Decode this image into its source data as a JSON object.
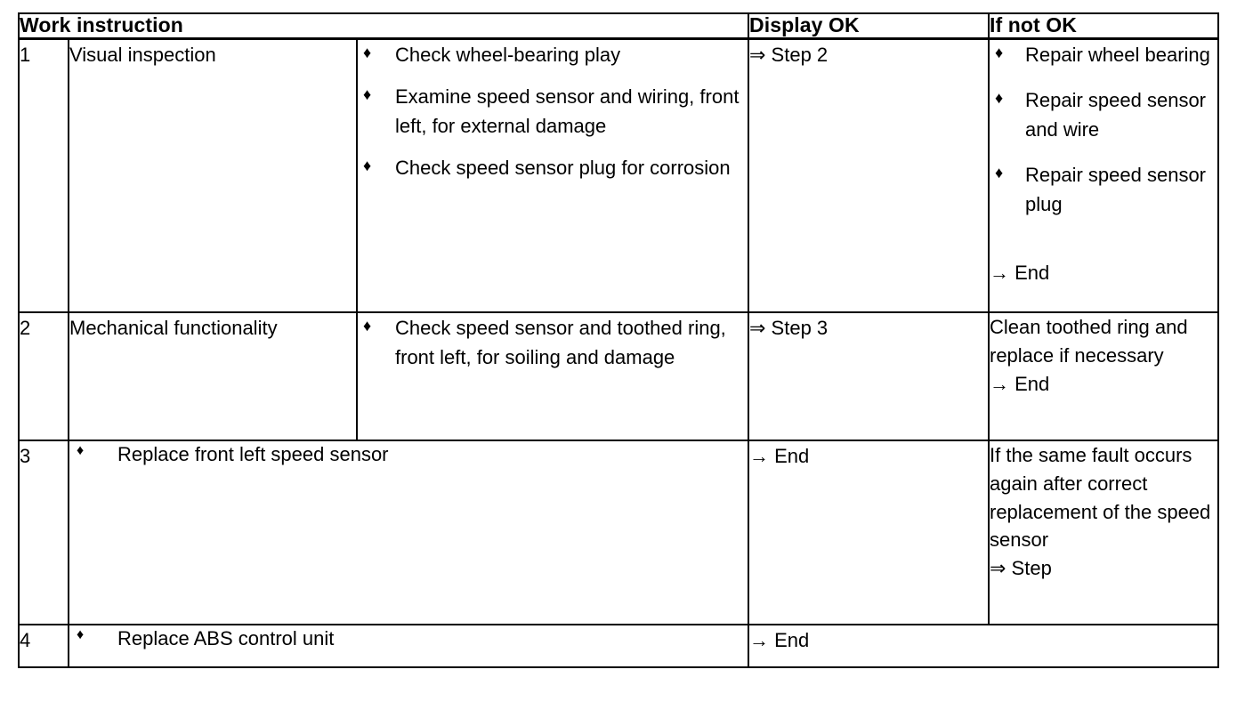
{
  "table": {
    "headers": {
      "work_instruction": "Work instruction",
      "display_ok": "Display OK",
      "if_not_ok": "If not OK"
    },
    "bullet_glyph": "♦",
    "arrow_single": "→",
    "arrow_double": "⇒",
    "rows": [
      {
        "number": "1",
        "title": "Visual inspection",
        "steps": [
          "Check wheel-bearing play",
          "Examine speed sensor and wiring, front left, for external damage",
          "Check speed sensor plug for corrosion"
        ],
        "display_ok": "⇒ Step 2",
        "if_not_ok_steps": [
          "Repair wheel bearing",
          "Repair speed sensor and wire",
          "Repair speed sensor plug"
        ],
        "if_not_ok_tail": "→ End"
      },
      {
        "number": "2",
        "title": "Mechanical functionality",
        "steps": [
          "Check speed sensor and toothed ring, front left, for soiling and damage"
        ],
        "display_ok": "⇒ Step 3",
        "if_not_ok_text": "Clean toothed ring and replace if necessary",
        "if_not_ok_tail": "→ End"
      },
      {
        "number": "3",
        "action": "Replace front left speed sensor",
        "display_ok": "→ End",
        "if_not_ok_text": "If the same fault occurs again after correct replacement of the speed sensor",
        "if_not_ok_tail": "⇒ Step"
      },
      {
        "number": "4",
        "action": "Replace ABS control unit",
        "display_ok": "→ End"
      }
    ]
  }
}
